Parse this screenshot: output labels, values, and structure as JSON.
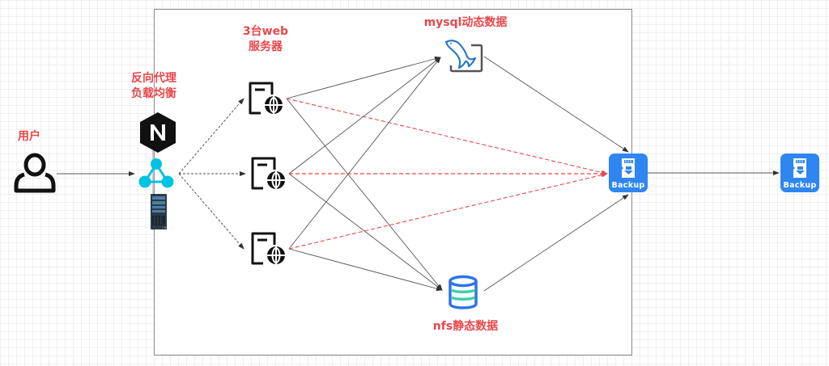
{
  "diagram": {
    "labels": {
      "user": "用户",
      "proxy_line1": "反向代理",
      "proxy_line2": "负载均衡",
      "web_line1": "3台web",
      "web_line2": "服务器",
      "mysql": "mysql动态数据",
      "nfs": "nfs静态数据"
    },
    "nodes": [
      {
        "id": "user",
        "icon": "user-icon"
      },
      {
        "id": "nginx",
        "icon": "nginx-icon"
      },
      {
        "id": "load-balancer",
        "icon": "load-balancer-icon"
      },
      {
        "id": "proxy-server",
        "icon": "server-rack-icon"
      },
      {
        "id": "web1",
        "icon": "web-server-icon"
      },
      {
        "id": "web2",
        "icon": "web-server-icon"
      },
      {
        "id": "web3",
        "icon": "web-server-icon"
      },
      {
        "id": "mysql",
        "icon": "mysql-dolphin-icon"
      },
      {
        "id": "nfs",
        "icon": "database-icon"
      },
      {
        "id": "backup1",
        "icon": "backup-icon"
      },
      {
        "id": "backup2",
        "icon": "backup-icon"
      }
    ],
    "backup_label": "Backup",
    "edges": [
      {
        "from": "user",
        "to": "load-balancer",
        "style": "solid"
      },
      {
        "from": "load-balancer",
        "to": "web1",
        "style": "dashed"
      },
      {
        "from": "load-balancer",
        "to": "web2",
        "style": "dashed"
      },
      {
        "from": "load-balancer",
        "to": "web3",
        "style": "dashed"
      },
      {
        "from": "web1",
        "to": "mysql",
        "style": "solid"
      },
      {
        "from": "web2",
        "to": "mysql",
        "style": "solid"
      },
      {
        "from": "web3",
        "to": "mysql",
        "style": "solid"
      },
      {
        "from": "web1",
        "to": "nfs",
        "style": "solid"
      },
      {
        "from": "web2",
        "to": "nfs",
        "style": "solid"
      },
      {
        "from": "web3",
        "to": "nfs",
        "style": "solid"
      },
      {
        "from": "web1",
        "to": "backup1",
        "style": "red-dashed"
      },
      {
        "from": "web2",
        "to": "backup1",
        "style": "red-dashed"
      },
      {
        "from": "web3",
        "to": "backup1",
        "style": "red-dashed"
      },
      {
        "from": "mysql",
        "to": "backup1",
        "style": "solid"
      },
      {
        "from": "nfs",
        "to": "backup1",
        "style": "solid"
      },
      {
        "from": "backup1",
        "to": "backup2",
        "style": "solid"
      }
    ],
    "colors": {
      "label": "#e8474b",
      "backup": "#2f86f0",
      "load_balancer": "#00c3e3",
      "red_edge": "#e8474b",
      "edge": "#444444"
    }
  }
}
